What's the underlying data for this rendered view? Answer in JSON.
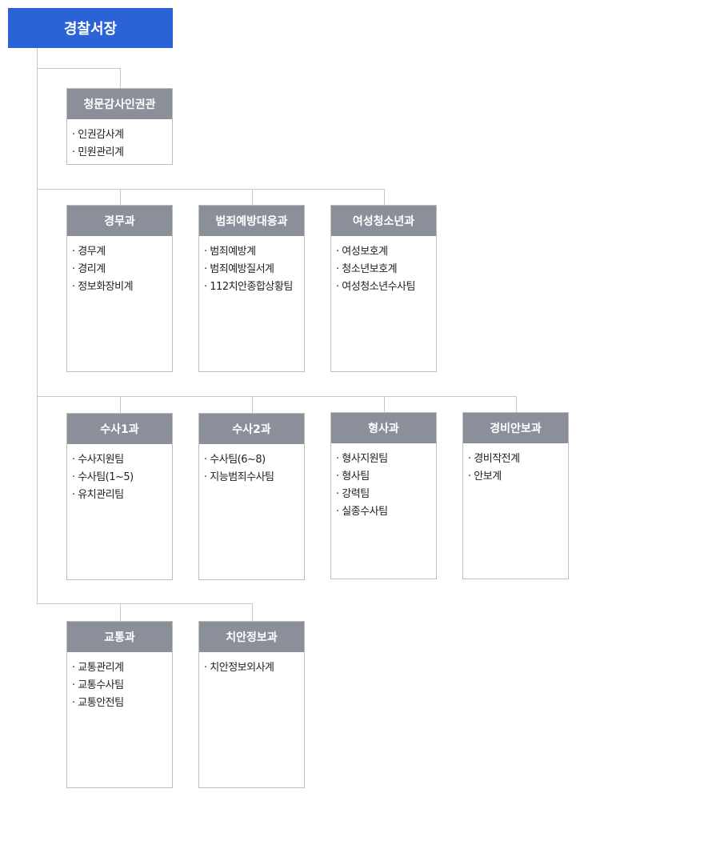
{
  "chief": "경찰서장",
  "bullet": "·",
  "units": [
    {
      "name": "청문감사인권관",
      "items": [
        "인권감사계",
        "민원관리계"
      ]
    },
    {
      "name": "경무과",
      "items": [
        "경무계",
        "경리계",
        "정보화장비계"
      ]
    },
    {
      "name": "범죄예방대응과",
      "items": [
        "범죄예방계",
        "범죄예방질서계",
        "112치안종합상황팀"
      ]
    },
    {
      "name": "여성청소년과",
      "items": [
        "여성보호계",
        "청소년보호계",
        "여성청소년수사팀"
      ]
    },
    {
      "name": "수사1과",
      "items": [
        "수사지원팀",
        "수사팀(1~5)",
        "유치관리팀"
      ]
    },
    {
      "name": "수사2과",
      "items": [
        "수사팀(6~8)",
        "지능범죄수사팀"
      ]
    },
    {
      "name": "형사과",
      "items": [
        "형사지원팀",
        "형사팀",
        "강력팀",
        "실종수사팀"
      ]
    },
    {
      "name": "경비안보과",
      "items": [
        "경비작전계",
        "안보계"
      ]
    },
    {
      "name": "교통과",
      "items": [
        "교통관리계",
        "교통수사팀",
        "교통안전팀"
      ]
    },
    {
      "name": "치안정보과",
      "items": [
        "치안정보외사계"
      ]
    }
  ]
}
